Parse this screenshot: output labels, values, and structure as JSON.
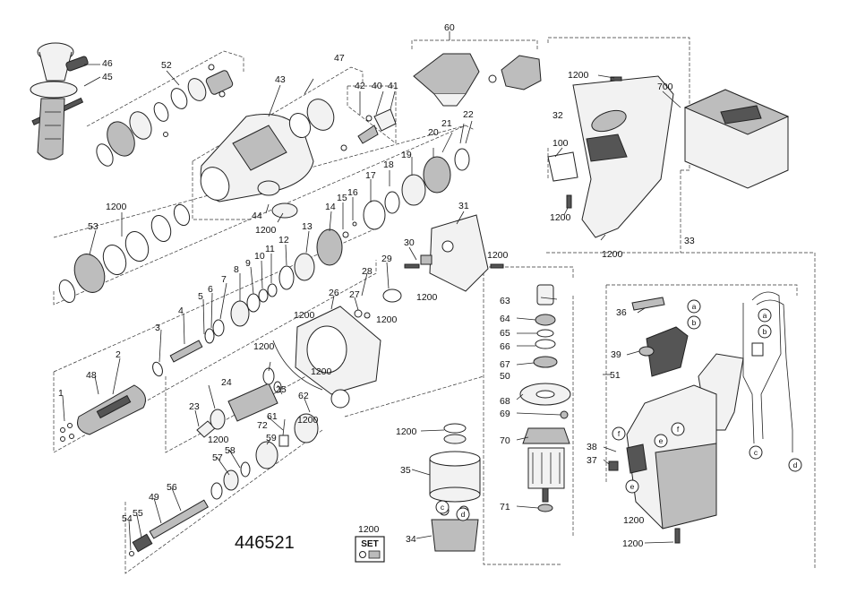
{
  "diagram_id": "446521",
  "set_badge": {
    "number": "1200",
    "text": "SET"
  },
  "part_labels": {
    "p1": "1",
    "p2": "2",
    "p3": "3",
    "p4": "4",
    "p5": "5",
    "p6": "6",
    "p7": "7",
    "p8": "8",
    "p9": "9",
    "p10": "10",
    "p11": "11",
    "p12": "12",
    "p13": "13",
    "p14": "14",
    "p15": "15",
    "p16": "16",
    "p17": "17",
    "p18": "18",
    "p19": "19",
    "p20": "20",
    "p21": "21",
    "p22": "22",
    "p23": "23",
    "p24": "24",
    "p25": "25",
    "p26": "26",
    "p27": "27",
    "p28": "28",
    "p29": "29",
    "p30": "30",
    "p31": "31",
    "p32": "32",
    "p33": "33",
    "p34": "34",
    "p35": "35",
    "p36": "36",
    "p37": "37",
    "p38": "38",
    "p39": "39",
    "p40": "40",
    "p41": "41",
    "p42": "42",
    "p43": "43",
    "p44": "44",
    "p45": "45",
    "p46": "46",
    "p47": "47",
    "p48": "48",
    "p49": "49",
    "p50": "50",
    "p51": "51",
    "p52": "52",
    "p53": "53",
    "p54": "54",
    "p55": "55",
    "p56": "56",
    "p57": "57",
    "p58": "58",
    "p59": "59",
    "p60": "60",
    "p61": "61",
    "p62": "62",
    "p63": "63",
    "p64": "64",
    "p65": "65",
    "p66": "66",
    "p67": "67",
    "p68": "68",
    "p69": "69",
    "p70": "70",
    "p71": "71",
    "p72": "72",
    "p100": "100",
    "p700": "700",
    "p1200": "1200"
  },
  "wire_labels": {
    "a": "a",
    "b": "b",
    "c": "c",
    "d": "d",
    "e": "e",
    "f": "f"
  }
}
